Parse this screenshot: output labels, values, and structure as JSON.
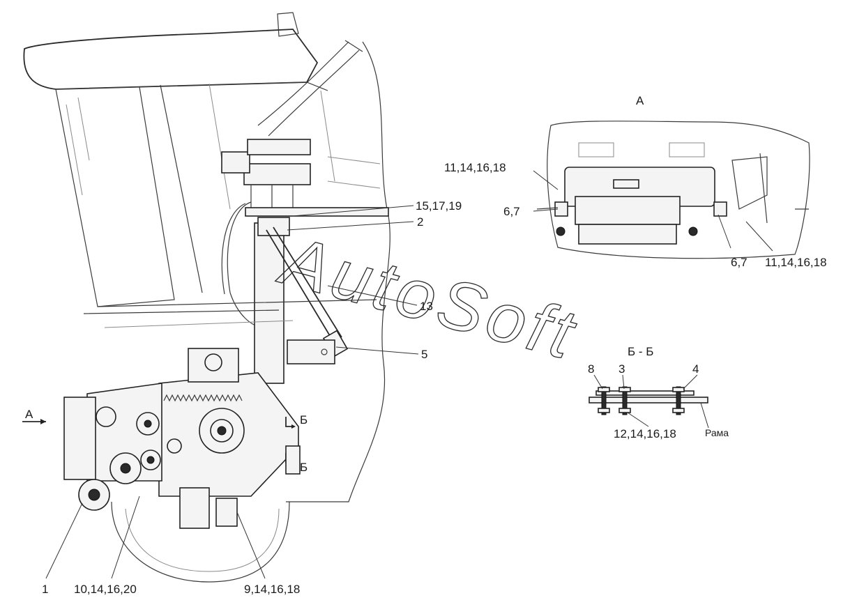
{
  "watermark": "AutoSoft",
  "view_a": {
    "title": "А",
    "arrow_label": "А"
  },
  "section_bb": {
    "title": "Б - Б",
    "cut_mark_upper": "Б",
    "cut_mark_lower": "Б",
    "callout_8": "8",
    "callout_3": "3",
    "callout_4": "4",
    "callout_fasteners": "12,14,16,18",
    "frame_label": "Рама"
  },
  "callouts": {
    "c_15_17_19": "15,17,19",
    "c_2": "2",
    "c_13": "13",
    "c_5": "5",
    "c_1": "1",
    "c_10_14_16_20": "10,14,16,20",
    "c_9_14_16_18": "9,14,16,18",
    "a_11_left": "11,14,16,18",
    "a_67_left": "6,7",
    "a_67_right": "6,7",
    "a_11_right": "11,14,16,18"
  }
}
